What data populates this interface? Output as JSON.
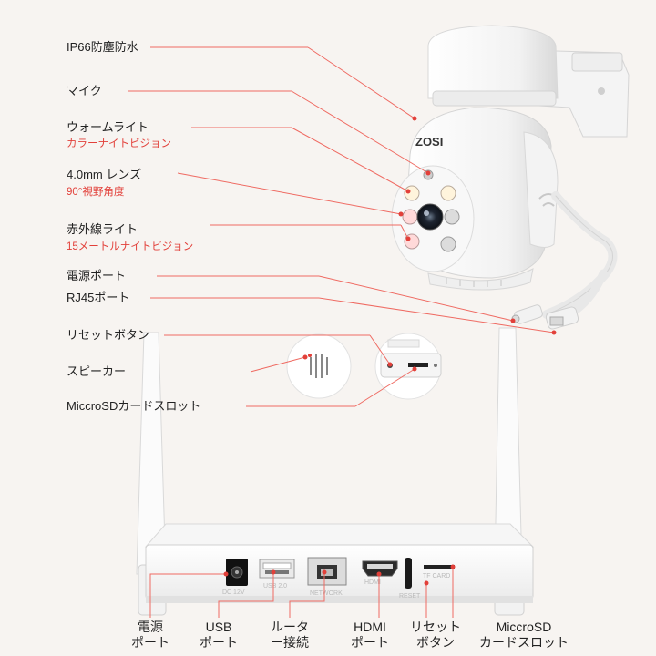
{
  "camera": {
    "brand": "ZOSI",
    "callouts": [
      {
        "label": "IP66防塵防水",
        "sub": ""
      },
      {
        "label": "マイク",
        "sub": ""
      },
      {
        "label": "ウォームライト",
        "sub": "カラーナイトビジョン"
      },
      {
        "label": "4.0mm レンズ",
        "sub": "90°視野角度"
      },
      {
        "label": "赤外線ライト",
        "sub": "15メートルナイトビジョン"
      },
      {
        "label": "電源ポート",
        "sub": ""
      },
      {
        "label": "RJ45ポート",
        "sub": ""
      },
      {
        "label": "リセットボタン",
        "sub": ""
      },
      {
        "label": "スピーカー",
        "sub": ""
      },
      {
        "label": "MiccroSDカードスロット",
        "sub": ""
      }
    ]
  },
  "nvr": {
    "port_prints": [
      "DC 12V",
      "USB 2.0",
      "NETWORK",
      "HDMI",
      "RESET",
      "TF CARD"
    ],
    "callouts": [
      {
        "line1": "電源",
        "line2": "ポート"
      },
      {
        "line1": "USB",
        "line2": "ポート"
      },
      {
        "line1": "ルータ",
        "line2": "ー接続"
      },
      {
        "line1": "HDMI",
        "line2": "ポート"
      },
      {
        "line1": "リセット",
        "line2": "ボタン"
      },
      {
        "line1": "MiccroSD",
        "line2": "カードスロット"
      }
    ]
  },
  "colors": {
    "accent": "#e2403a",
    "line": "#ef6a62",
    "background": "#f7f4f1"
  }
}
